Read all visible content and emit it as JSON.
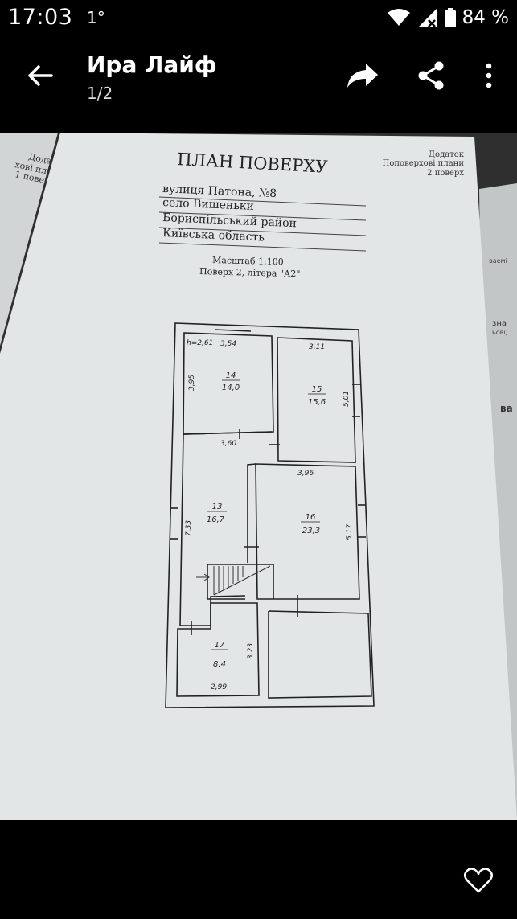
{
  "status": {
    "time": "17:03",
    "temp": "1°",
    "battery": "84 %"
  },
  "viewer": {
    "title": "Ира Лайф",
    "counter": "1/2"
  },
  "document": {
    "appendix_lines": [
      "Додаток",
      "Поповерхові плани",
      "2 поверх"
    ],
    "heading": "ПЛАН ПОВЕРХУ",
    "address_lines": [
      "вулиця Патона, №8",
      "село Вишеньки",
      "Бориспільський район",
      "Київська область"
    ],
    "scale": "Масштаб 1:100",
    "floor_label": "Поверх 2,  літера \"А2\"",
    "height_note": "h=2,61",
    "rooms": [
      {
        "number": "14",
        "area": "14,0"
      },
      {
        "number": "15",
        "area": "15,6"
      },
      {
        "number": "13",
        "area": "16,7"
      },
      {
        "number": "16",
        "area": "23,3"
      },
      {
        "number": "17",
        "area": "8,4"
      }
    ],
    "dimensions": [
      "3,54",
      "3,11",
      "3,95",
      "5,01",
      "3,60",
      "3,96",
      "7,33",
      "5,17",
      "3,23",
      "2,99"
    ],
    "left_sheet_lines": [
      "Дода",
      "хові пла",
      "1 повер"
    ],
    "right_sheet_lines": [
      "ваемі",
      "зна",
      "ьові)",
      "ва"
    ]
  },
  "icons": {
    "back": "arrow-back-icon",
    "forward": "forward-icon",
    "share": "share-icon",
    "more": "more-vert-icon",
    "like": "heart-outline-icon",
    "wifi": "wifi-icon",
    "signal": "signal-icon",
    "battery": "battery-icon"
  }
}
